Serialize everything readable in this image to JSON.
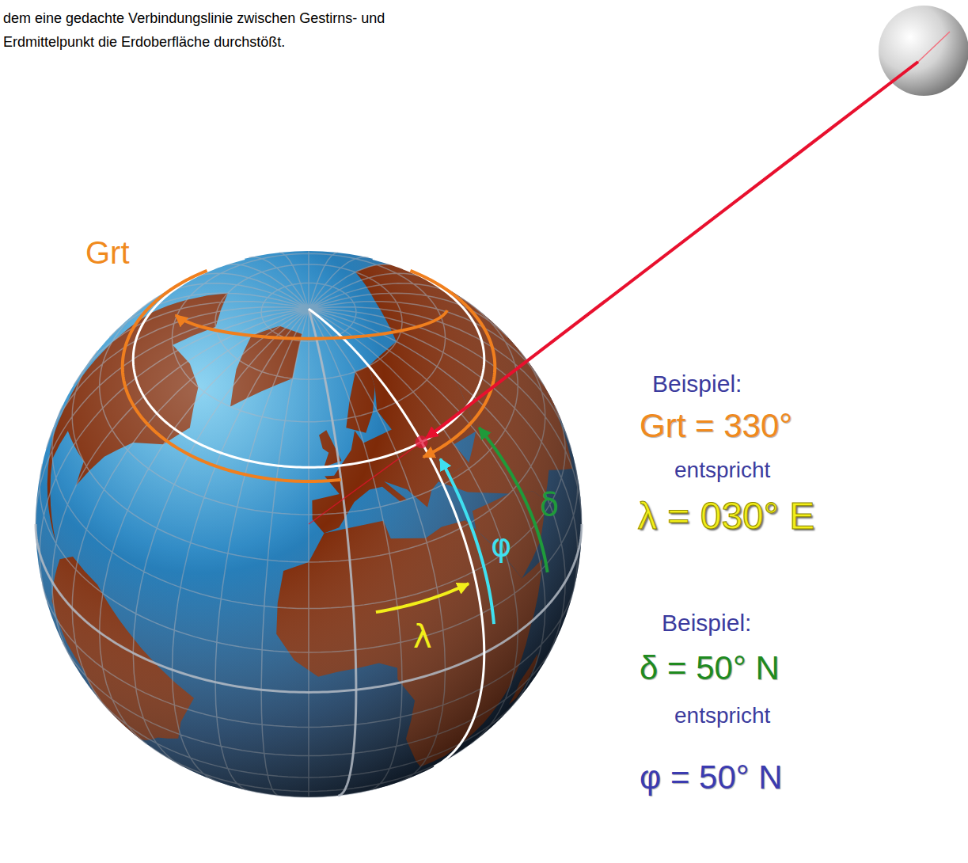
{
  "diagram": {
    "labels": [
      "dem eine gedachte Verbindungslinie zwischen Gestirns- und Erdmittelpunkt die Erdoberfläche durchstößt.",
      "Grt",
      "λ",
      "φ",
      "δ",
      "Beispiel:",
      "Grt = 330°",
      "entspricht",
      "λ = 030° E",
      "Beispiel:",
      "δ = 50° N",
      "entspricht",
      "φ = 50° N"
    ]
  }
}
